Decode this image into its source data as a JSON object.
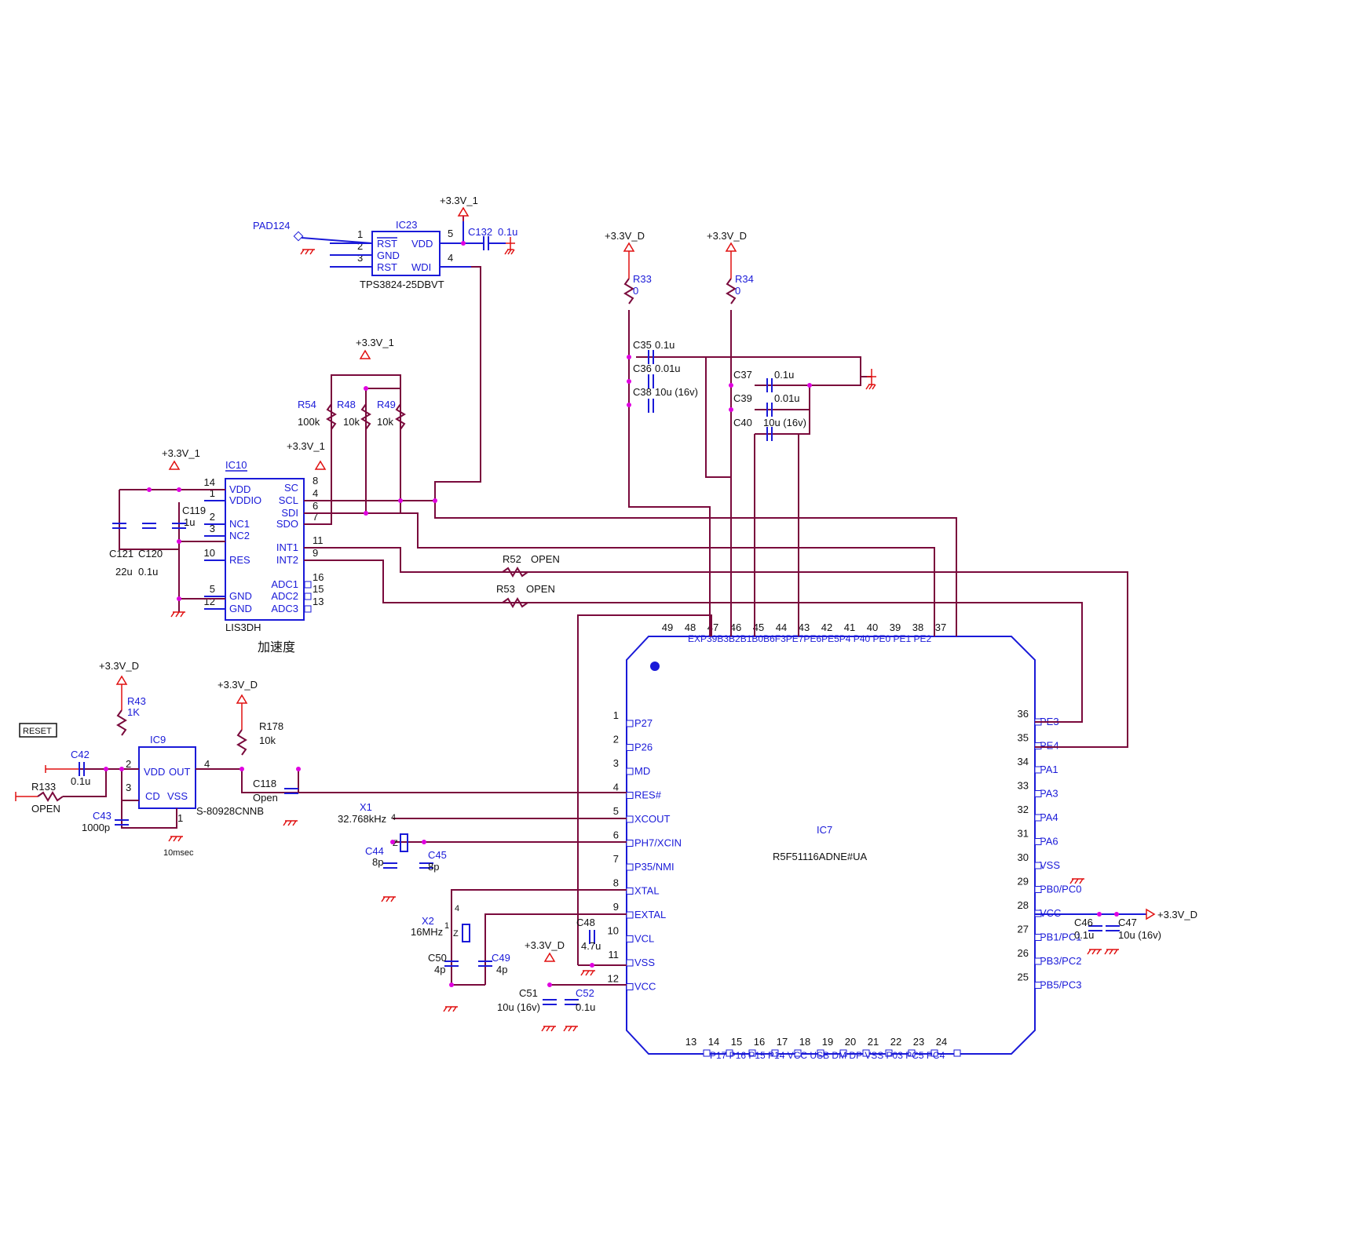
{
  "rails": {
    "v33_1": "+3.3V_1",
    "v33_d": "+3.3V_D"
  },
  "ic23": {
    "ref": "IC23",
    "part": "TPS3824-25DBVT",
    "pins": [
      "RST",
      "GND",
      "RST",
      "VDD",
      "WDI"
    ],
    "pin_numbers": [
      "1",
      "2",
      "3",
      "5",
      "4"
    ],
    "pad": "PAD124",
    "cap_ref": "C132",
    "cap_val": "0.1u"
  },
  "ic10": {
    "ref": "IC10",
    "part": "LIS3DH",
    "caption": "加速度",
    "left_pins": [
      "VDD",
      "VDDIO",
      "NC1",
      "NC2",
      "RES",
      "GND",
      "GND"
    ],
    "left_nums": [
      "14",
      "1",
      "2",
      "3",
      "10",
      "5",
      "12"
    ],
    "right_pins": [
      "SC",
      "SCL",
      "SDI",
      "SDO",
      "INT1",
      "INT2",
      "ADC1",
      "ADC2",
      "ADC3"
    ],
    "right_nums": [
      "8",
      "4",
      "6",
      "7",
      "11",
      "9",
      "16",
      "15",
      "13"
    ]
  },
  "ic9": {
    "ref": "IC9",
    "part": "S-80928CNNB",
    "pins": [
      "VDD",
      "OUT",
      "CD",
      "VSS"
    ],
    "pin_numbers": [
      "2",
      "4",
      "3",
      "1"
    ],
    "note": "10msec"
  },
  "ic7": {
    "ref": "IC7",
    "part": "R5F51116ADNE#UA",
    "left_pins": [
      "P27",
      "P26",
      "MD",
      "RES#",
      "XCOUT",
      "PH7/XCIN",
      "P35/NMI",
      "XTAL",
      "EXTAL",
      "VCL",
      "VSS",
      "VCC"
    ],
    "left_nums": [
      "1",
      "2",
      "3",
      "4",
      "5",
      "6",
      "7",
      "8",
      "9",
      "10",
      "11",
      "12"
    ],
    "right_pins": [
      "PE3",
      "PE4",
      "PA1",
      "PA3",
      "PA4",
      "PA6",
      "VSS",
      "PB0/PC0",
      "VCC",
      "PB1/PC1",
      "PB3/PC2",
      "PB5/PC3"
    ],
    "right_nums": [
      "36",
      "35",
      "34",
      "33",
      "32",
      "31",
      "30",
      "29",
      "28",
      "27",
      "26",
      "25"
    ],
    "top_nums": [
      "49",
      "48",
      "47",
      "46",
      "45",
      "44",
      "43",
      "42",
      "41",
      "40",
      "39",
      "38",
      "37"
    ],
    "top_label": "EXP39B3B2B1B0B6F3PE7PE6PE5P4 P40 PE0 PE1 PE2",
    "bottom_nums": [
      "13",
      "14",
      "15",
      "16",
      "17",
      "18",
      "19",
      "20",
      "21",
      "22",
      "23",
      "24"
    ],
    "bottom_label": "P17 P16 P15 P14 VCC USB DM DP VSS P03 PC5 PC4"
  },
  "components": {
    "r33": {
      "ref": "R33",
      "val": "0"
    },
    "r34": {
      "ref": "R34",
      "val": "0"
    },
    "c35": {
      "ref": "C35",
      "val": "0.1u"
    },
    "c36": {
      "ref": "C36",
      "val": "0.01u"
    },
    "c38": {
      "ref": "C38",
      "val": "10u (16v)"
    },
    "c37": {
      "ref": "C37",
      "val": "0.1u"
    },
    "c39": {
      "ref": "C39",
      "val": "0.01u"
    },
    "c40": {
      "ref": "C40",
      "val": "10u (16v)"
    },
    "r54": {
      "ref": "R54",
      "val": "100k"
    },
    "r48": {
      "ref": "R48",
      "val": "10k"
    },
    "r49": {
      "ref": "R49",
      "val": "10k"
    },
    "c119": {
      "ref": "C119",
      "val": "1u"
    },
    "c121": {
      "ref": "C121",
      "val": "22u"
    },
    "c120": {
      "ref": "C120",
      "val": "0.1u"
    },
    "r52": {
      "ref": "R52",
      "val": "OPEN"
    },
    "r53": {
      "ref": "R53",
      "val": "OPEN"
    },
    "r43": {
      "ref": "R43",
      "val": "1K"
    },
    "r178": {
      "ref": "R178",
      "val": "10k"
    },
    "c42": {
      "ref": "C42",
      "val": "0.1u"
    },
    "r133": {
      "ref": "R133",
      "val": "OPEN"
    },
    "c43": {
      "ref": "C43",
      "val": "1000p"
    },
    "c118": {
      "ref": "C118",
      "val": "Open"
    },
    "x1": {
      "ref": "X1",
      "val": "32.768kHz"
    },
    "c44": {
      "ref": "C44",
      "val": "8p"
    },
    "c45": {
      "ref": "C45",
      "val": "8p"
    },
    "x2": {
      "ref": "X2",
      "val": "16MHz"
    },
    "c50": {
      "ref": "C50",
      "val": "4p"
    },
    "c49": {
      "ref": "C49",
      "val": "4p"
    },
    "c48": {
      "ref": "C48",
      "val": "4.7u"
    },
    "c51": {
      "ref": "C51",
      "val": "10u (16v)"
    },
    "c52": {
      "ref": "C52",
      "val": "0.1u"
    },
    "c46": {
      "ref": "C46",
      "val": "0.1u"
    },
    "c47": {
      "ref": "C47",
      "val": "10u (16v)"
    }
  },
  "reset_label": "RESET",
  "crystal_pins": {
    "one": "1",
    "four": "4",
    "z": "Z"
  },
  "vcc_rail_label": "+3.3V_D"
}
